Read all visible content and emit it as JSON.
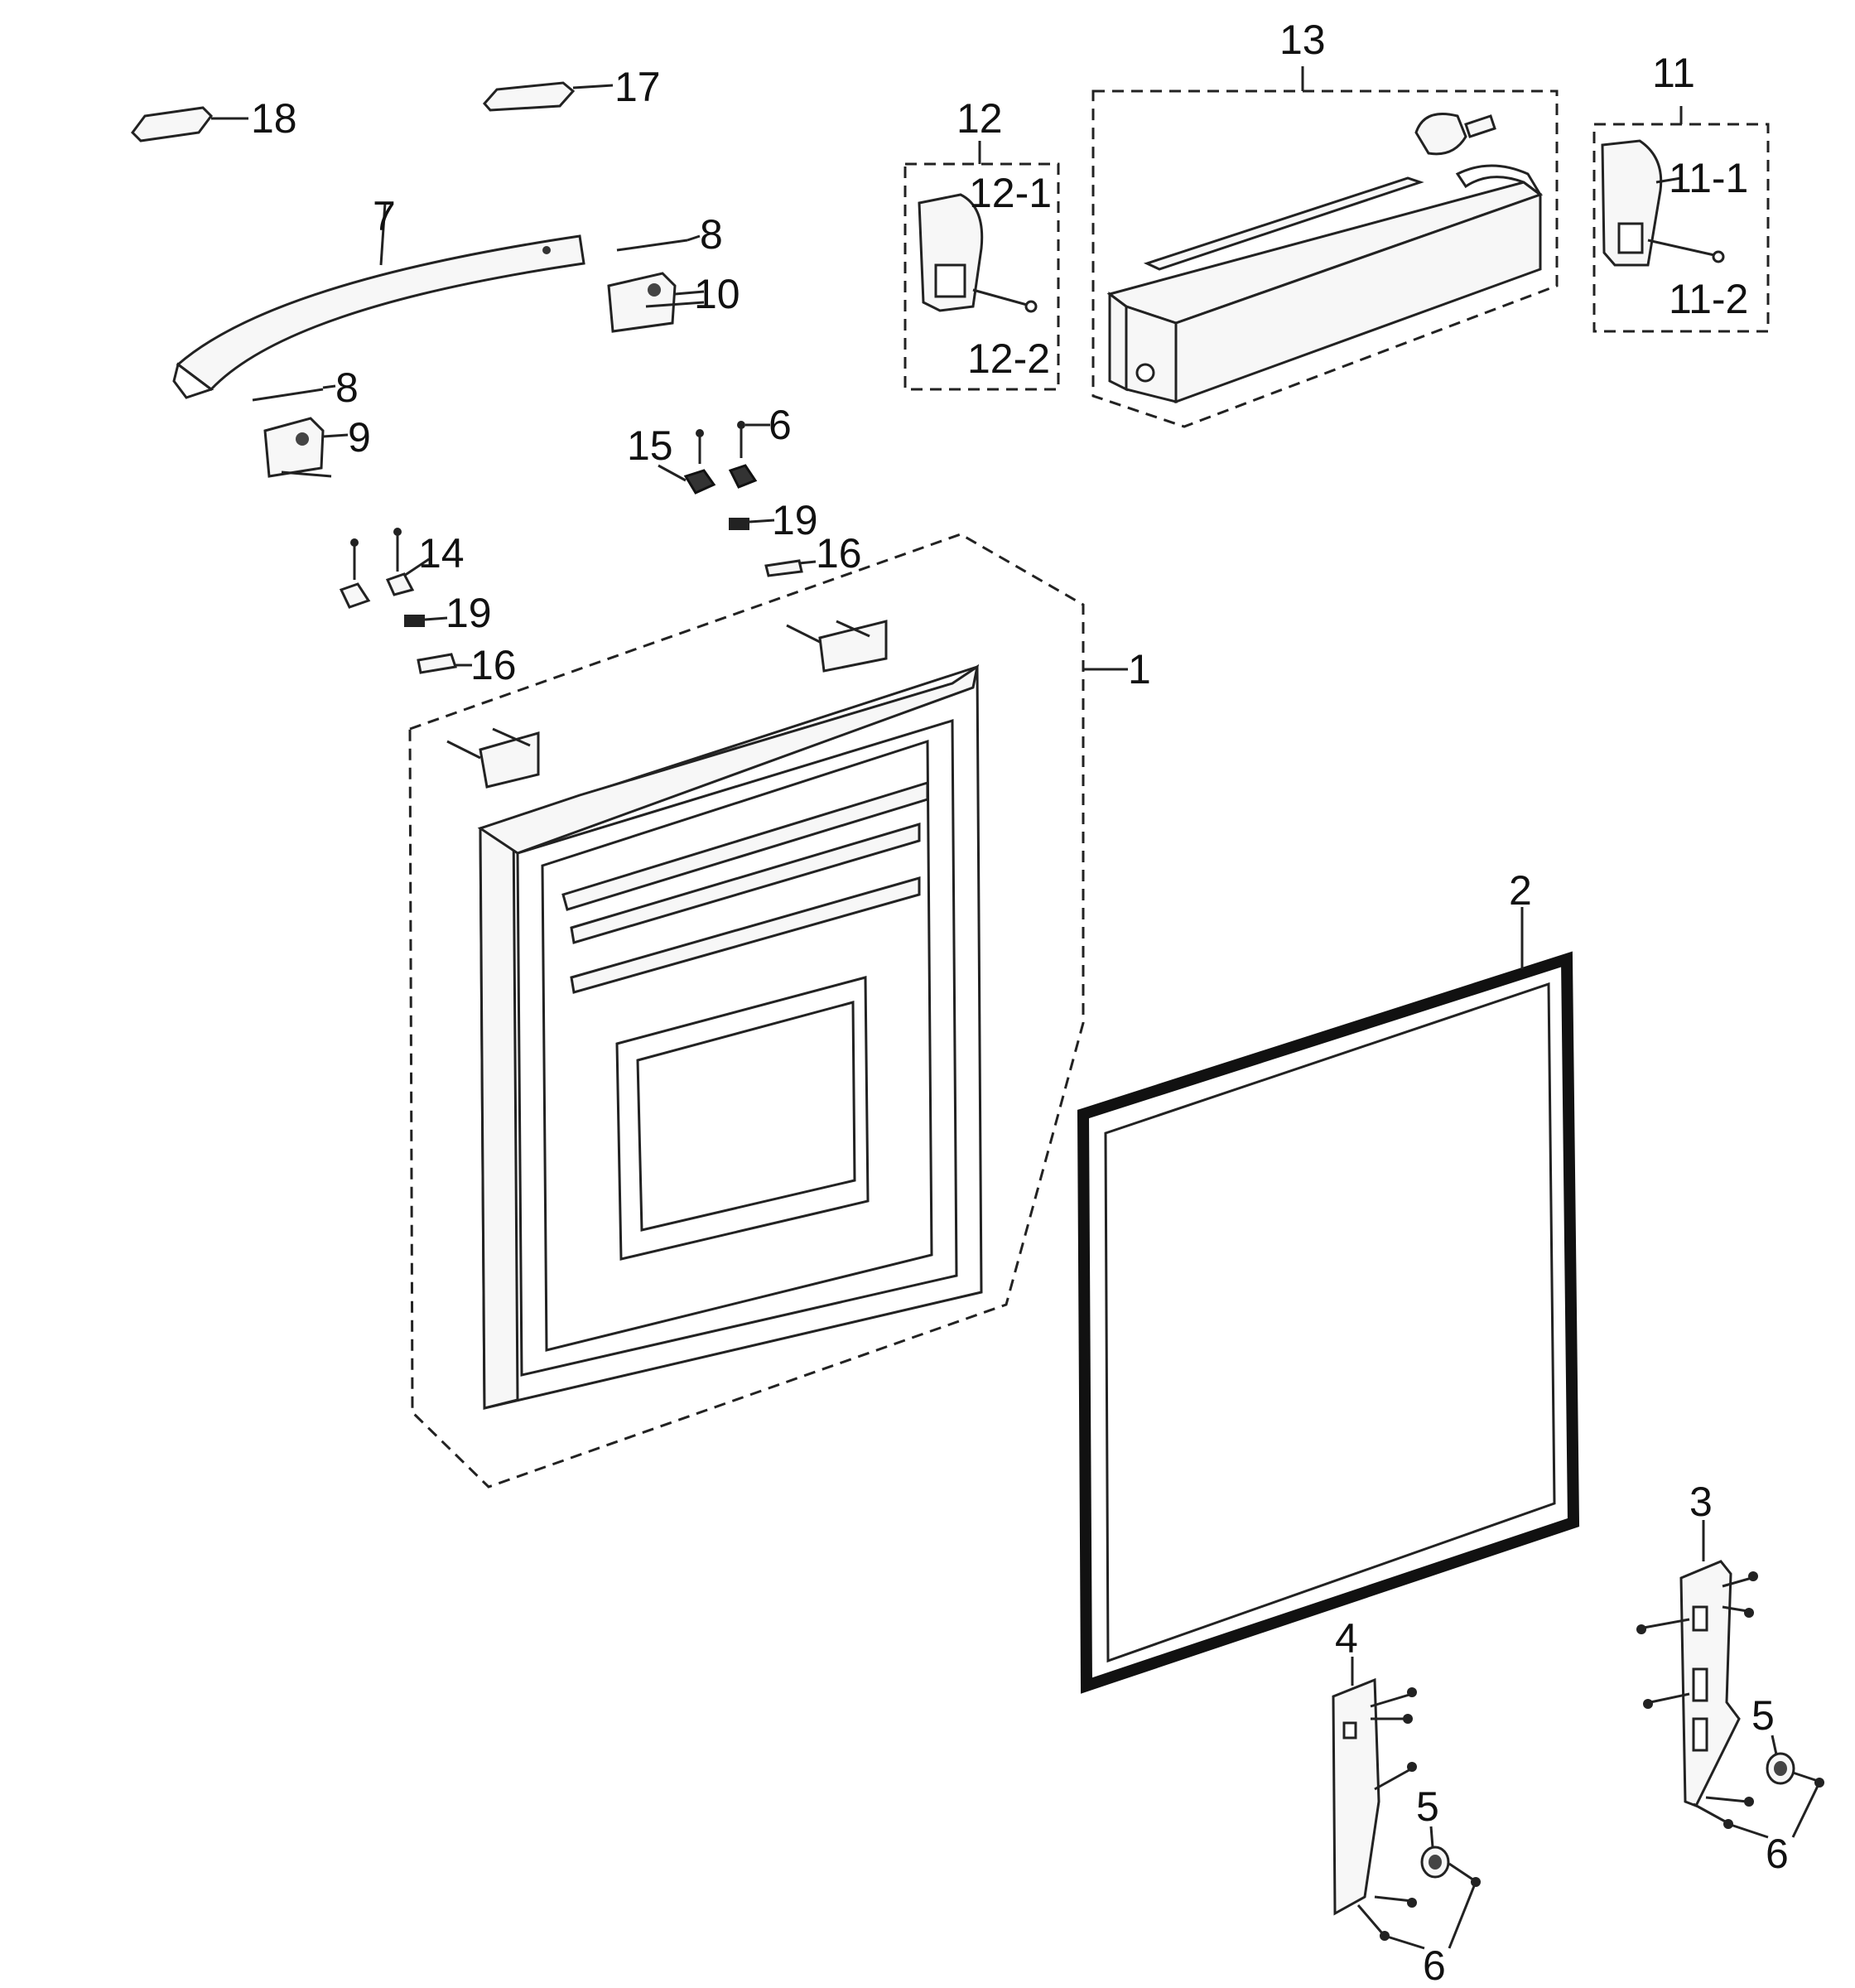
{
  "diagram": {
    "labels": {
      "p1": "1",
      "p2": "2",
      "p3": "3",
      "p4": "4",
      "p5a": "5",
      "p5b": "5",
      "p6a": "6",
      "p6b": "6",
      "p6c": "6",
      "p7": "7",
      "p8a": "8",
      "p8b": "8",
      "p9": "9",
      "p10": "10",
      "p11": "11",
      "p11_1": "11-1",
      "p11_2": "11-2",
      "p12": "12",
      "p12_1": "12-1",
      "p12_2": "12-2",
      "p13": "13",
      "p14": "14",
      "p15": "15",
      "p16a": "16",
      "p16b": "16",
      "p17": "17",
      "p18": "18",
      "p19a": "19",
      "p19b": "19"
    }
  }
}
